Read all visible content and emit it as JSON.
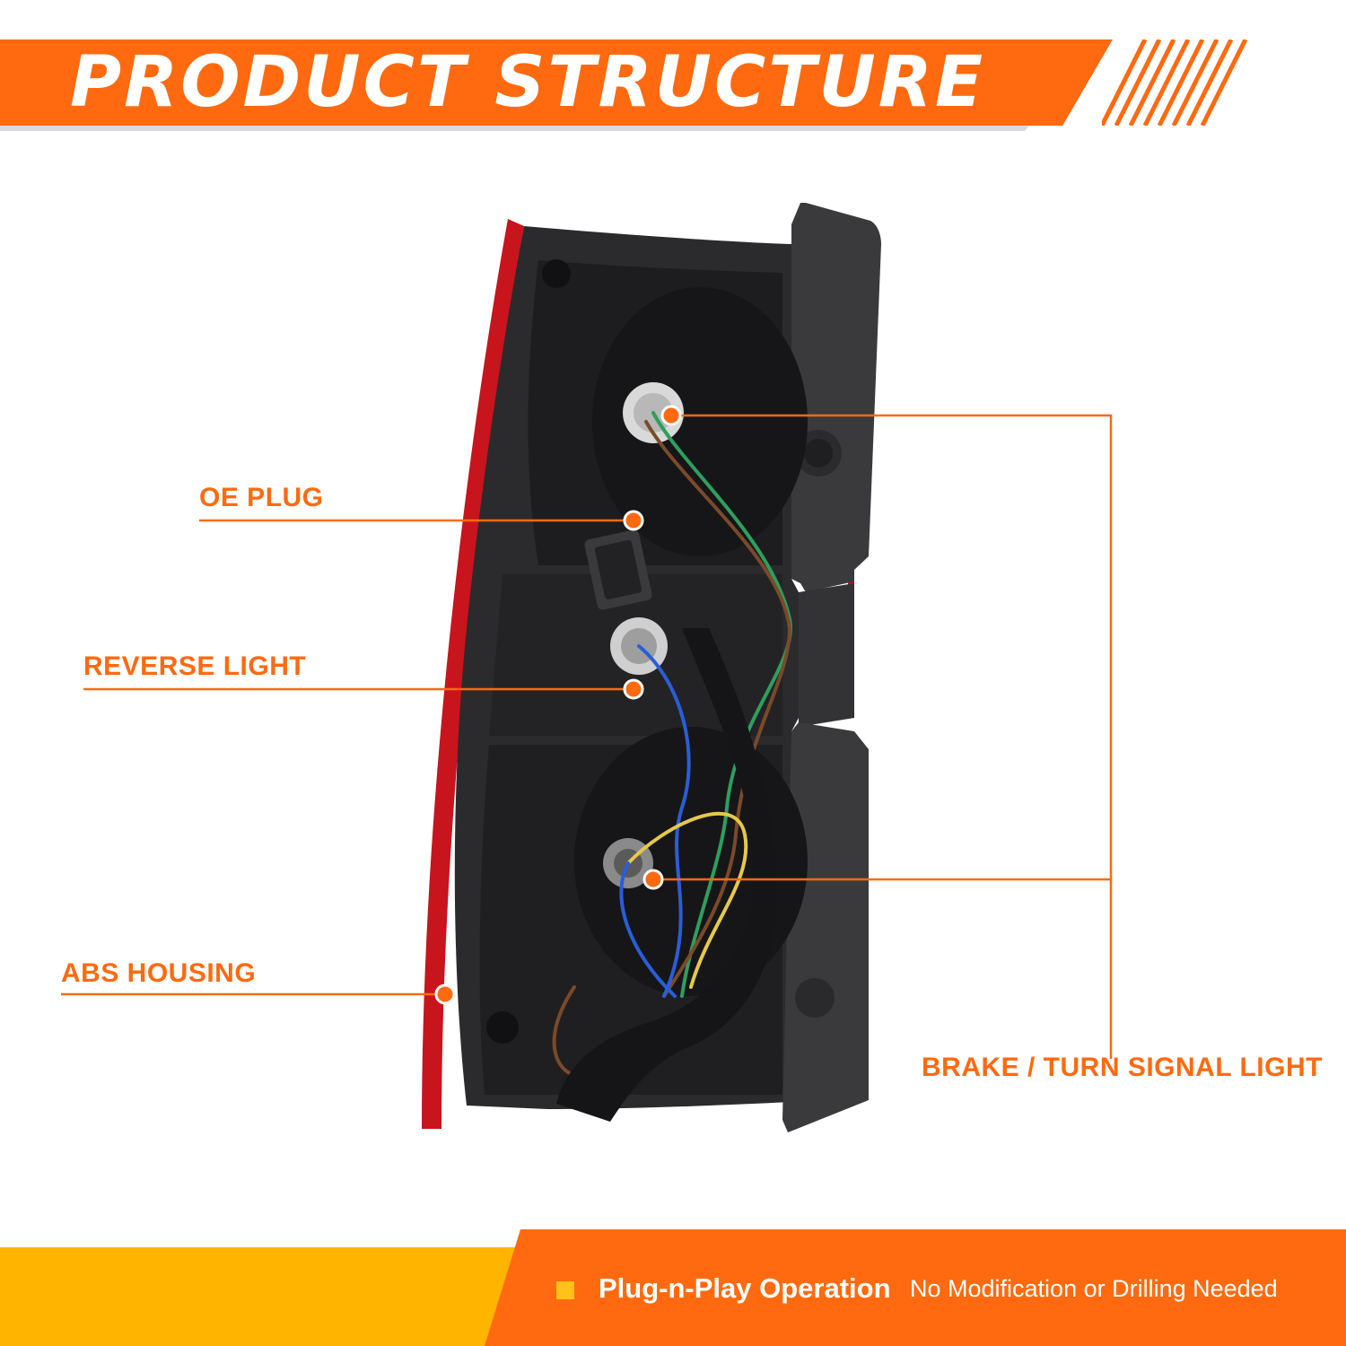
{
  "header": {
    "title": "PRODUCT STRUCTURE"
  },
  "callouts": {
    "oe_plug": "OE PLUG",
    "reverse_light": "REVERSE LIGHT",
    "abs_housing": "ABS HOUSING",
    "brake_turn": "BRAKE / TURN SIGNAL LIGHT"
  },
  "footer": {
    "feature": "Plug-n-Play Operation",
    "detail": "No Modification or Drilling Needed"
  },
  "colors": {
    "accent_orange": "#ff6a10",
    "accent_yellow": "#ffb400",
    "lens_red": "#c8141c"
  }
}
